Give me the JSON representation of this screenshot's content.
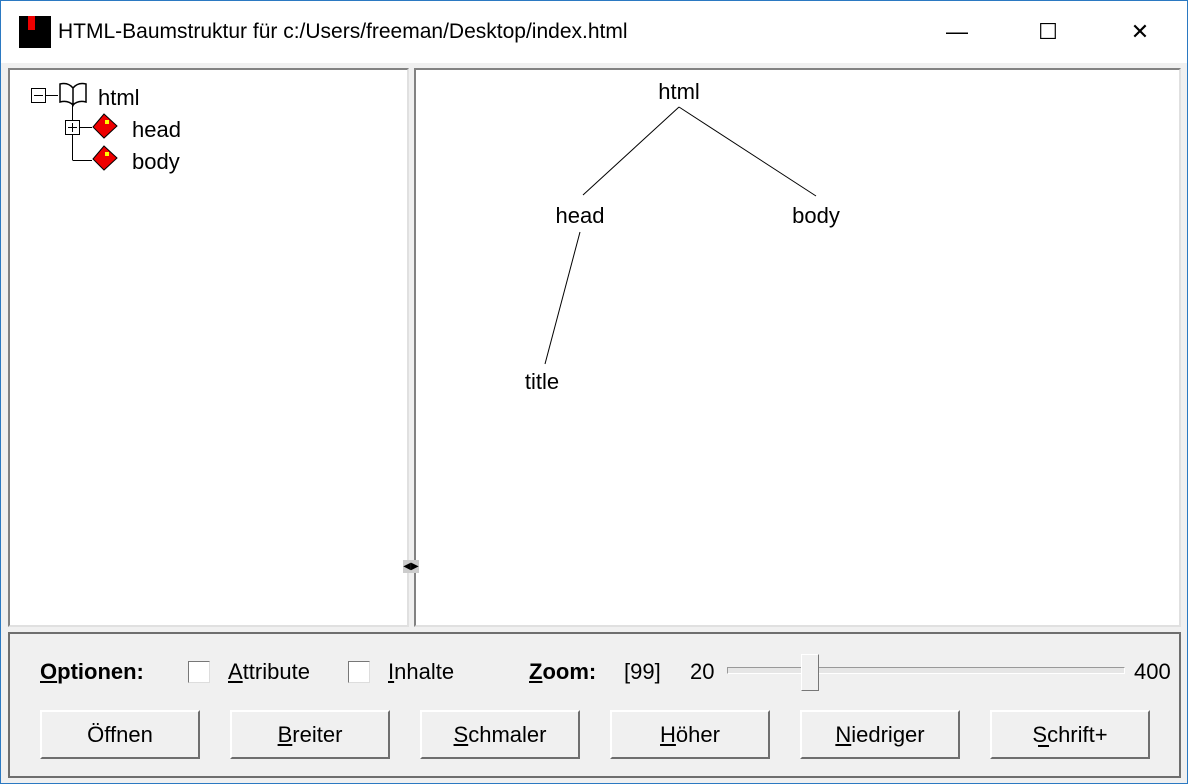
{
  "window": {
    "title": "HTML-Baumstruktur für c:/Users/freeman/Desktop/index.html",
    "minimize": "—",
    "maximize": "☐",
    "close": "✕"
  },
  "tree": {
    "root": "html",
    "children": [
      "head",
      "body"
    ]
  },
  "diagram": {
    "nodes": {
      "html": "html",
      "head": "head",
      "body": "body",
      "title": "title"
    }
  },
  "options": {
    "label": "Optionen:",
    "label_accel": 0,
    "attribute": "Attribute",
    "attribute_accel": 0,
    "attribute_checked": false,
    "inhalte": "Inhalte",
    "inhalte_accel": 0,
    "inhalte_checked": false
  },
  "zoom": {
    "label": "Zoom:",
    "label_accel": 0,
    "value_text": "[99]",
    "value": 99,
    "min": 20,
    "max": 400,
    "min_label": "20",
    "max_label": "400"
  },
  "buttons": [
    {
      "label": "Öffnen",
      "accel": -1
    },
    {
      "label": "Breiter",
      "accel": 0
    },
    {
      "label": "Schmaler",
      "accel": 0
    },
    {
      "label": "Höher",
      "accel": 0
    },
    {
      "label": "Niedriger",
      "accel": 0
    },
    {
      "label": "Schrift+",
      "accel": 1
    }
  ]
}
